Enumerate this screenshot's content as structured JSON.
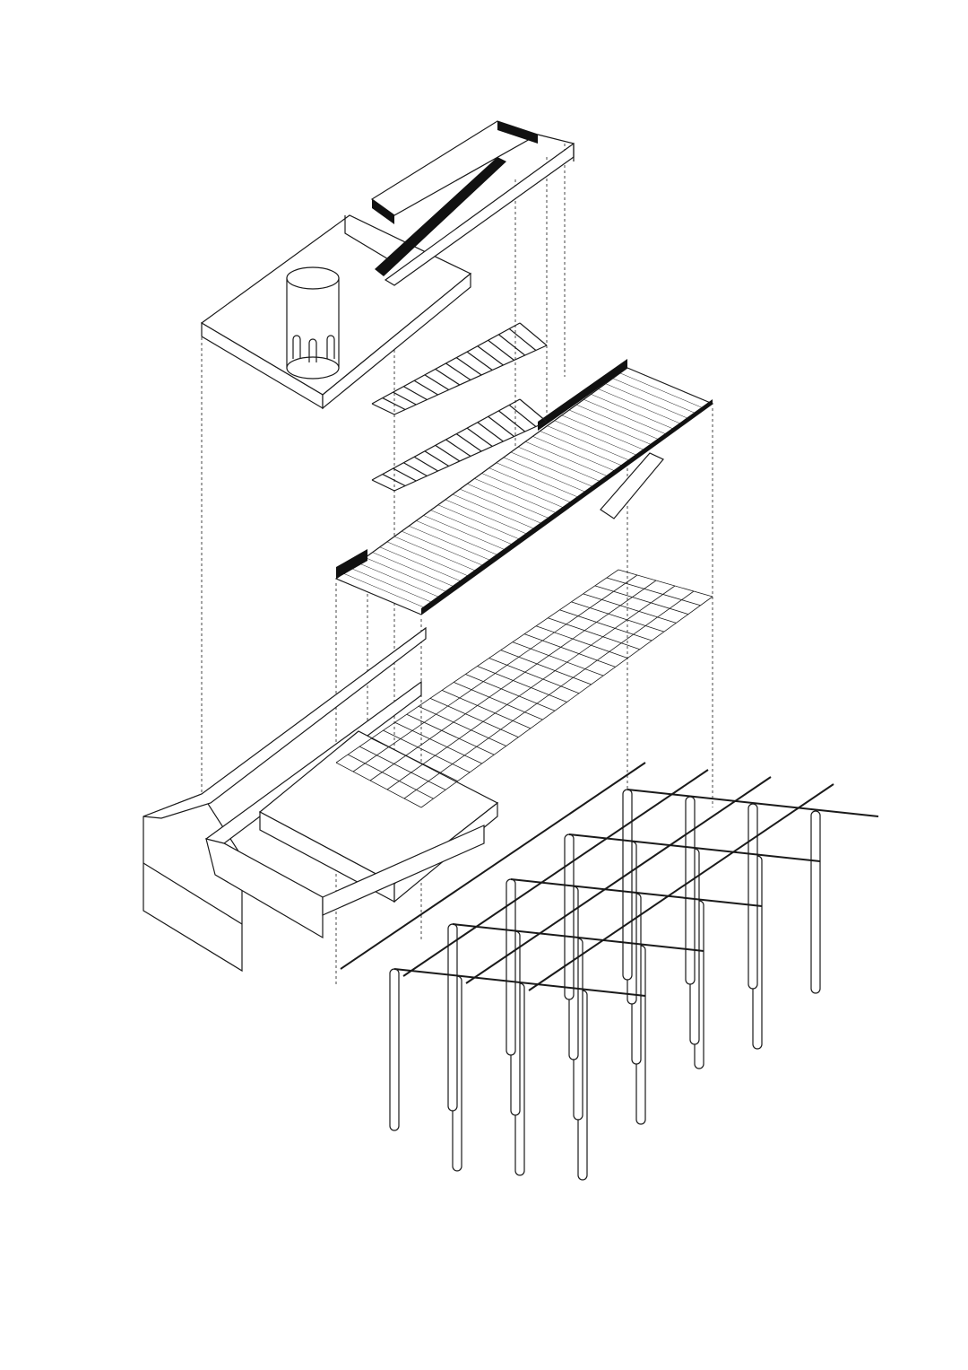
{
  "diagram": {
    "type": "exploded-axonometric",
    "colors": {
      "line": "#1a1a1a",
      "background": "#ffffff",
      "solid": "#111111"
    },
    "layers": [
      "roof-terrace",
      "steel-lattice",
      "main-deck",
      "deck-grid",
      "base-building",
      "pile-foundation"
    ]
  }
}
